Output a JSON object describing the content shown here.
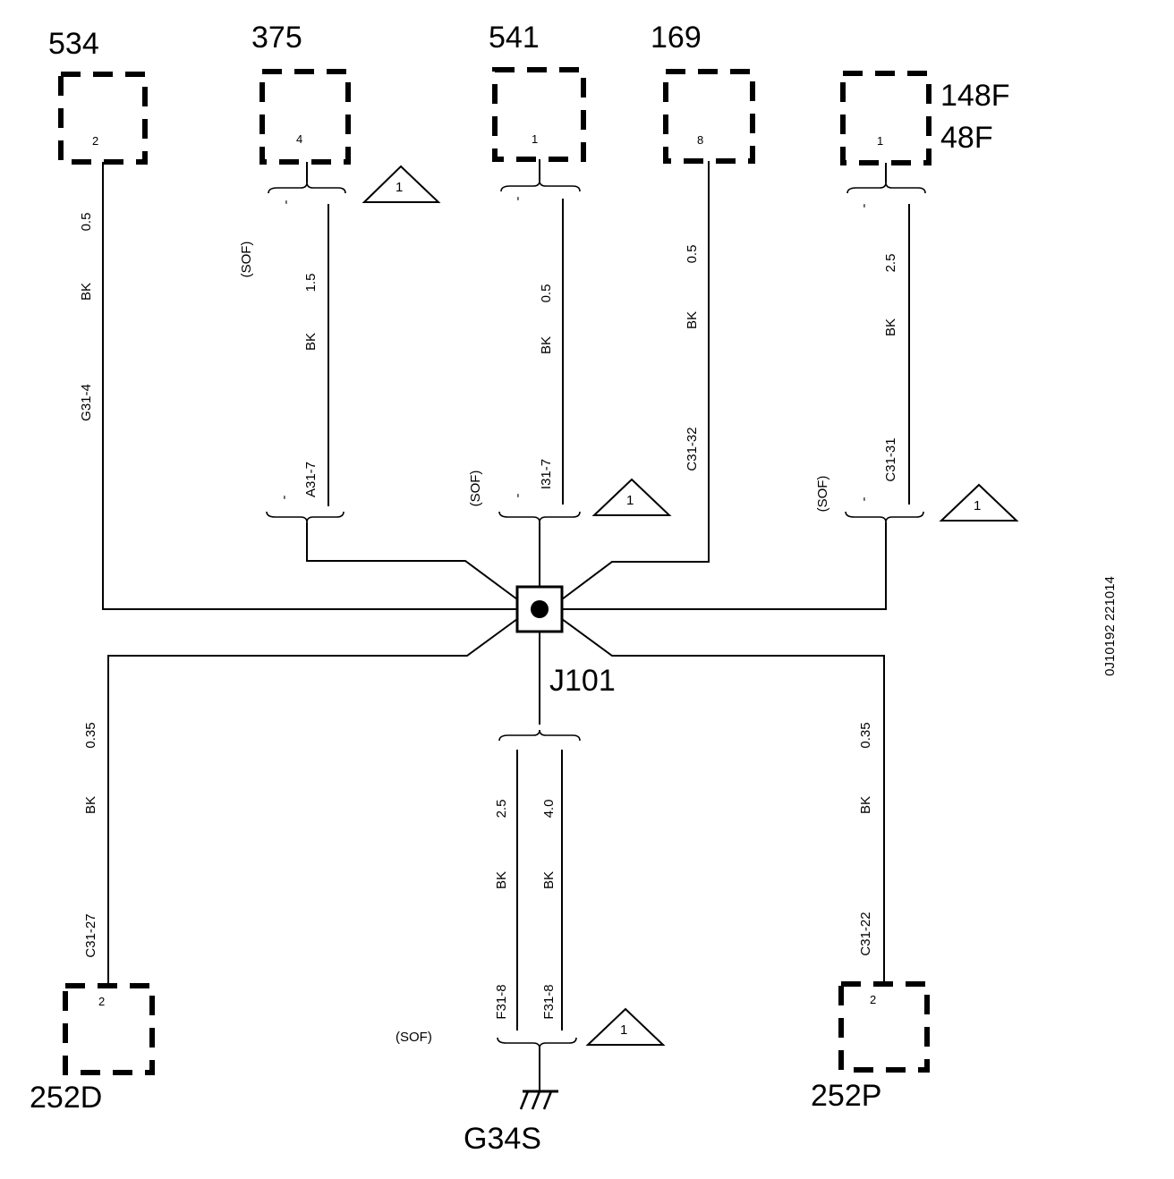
{
  "connectors": {
    "c534": {
      "label": "534",
      "pin": "2"
    },
    "c375": {
      "label": "375",
      "pin": "4"
    },
    "c541": {
      "label": "541",
      "pin": "1"
    },
    "c169": {
      "label": "169",
      "pin": "8"
    },
    "c148f": {
      "label": "148F",
      "label2": "48F",
      "pin": "1"
    },
    "c252d": {
      "label": "252D",
      "pin": "2"
    },
    "c252p": {
      "label": "252P",
      "pin": "2"
    }
  },
  "splice": {
    "label": "J101"
  },
  "ground": {
    "label": "G34S"
  },
  "wires": {
    "w534": {
      "size": "0.5",
      "color": "BK",
      "circuit": "G31-4"
    },
    "w375": {
      "size": "1.5",
      "color": "BK",
      "circuit": "A31-7",
      "option": "(SOF)",
      "dash_top": "-",
      "dash_bottom": "-"
    },
    "w541": {
      "size": "0.5",
      "color": "BK",
      "circuit": "I31-7",
      "option": "(SOF)",
      "dash_top": "-",
      "dash_bottom": "-"
    },
    "w169": {
      "size": "0.5",
      "color": "BK",
      "circuit": "C31-32"
    },
    "w148f": {
      "size": "2.5",
      "color": "BK",
      "circuit": "C31-31",
      "option": "(SOF)",
      "dash_top": "-",
      "dash_bottom": "-"
    },
    "w252d": {
      "size": "0.35",
      "color": "BK",
      "circuit": "C31-27"
    },
    "w252p": {
      "size": "0.35",
      "color": "BK",
      "circuit": "C31-22"
    },
    "wg1": {
      "size": "2.5",
      "color": "BK",
      "circuit": "F31-8"
    },
    "wg2": {
      "size": "4.0",
      "color": "BK",
      "circuit": "F31-8"
    },
    "ground_option": "(SOF)"
  },
  "notes": {
    "n375": "1",
    "n541": "1",
    "n148f": "1",
    "nground": "1"
  },
  "doc_id": "0J10192 221014"
}
